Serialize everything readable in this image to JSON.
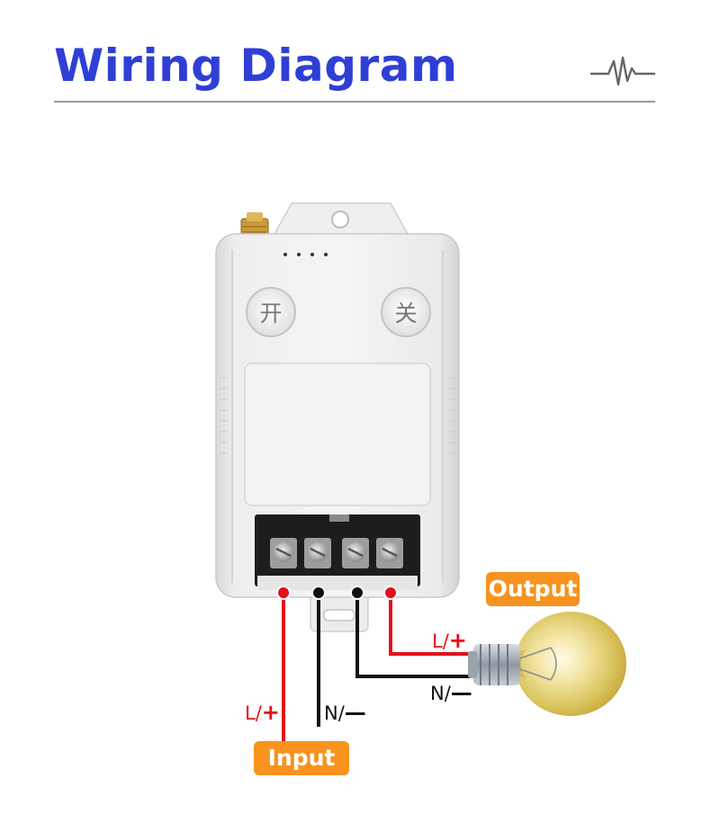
{
  "header": {
    "title": "Wiring Diagram",
    "pulse_icon": "heartbeat-line-icon"
  },
  "device": {
    "button_on_label": "开",
    "button_off_label": "关",
    "terminal_count": 4
  },
  "labels": {
    "output": "Output",
    "input": "Input",
    "output_live": {
      "text": "L/",
      "symbol": "+"
    },
    "output_neutral": {
      "text": "N/",
      "symbol": "—"
    },
    "input_live": {
      "text": "L/",
      "symbol": "+"
    },
    "input_neutral": {
      "text": "N/",
      "symbol": "—"
    }
  },
  "colors": {
    "title": "#2f3fd6",
    "badge": "#f7931e",
    "live_wire": "#e3101a",
    "neutral_wire": "#111111"
  }
}
